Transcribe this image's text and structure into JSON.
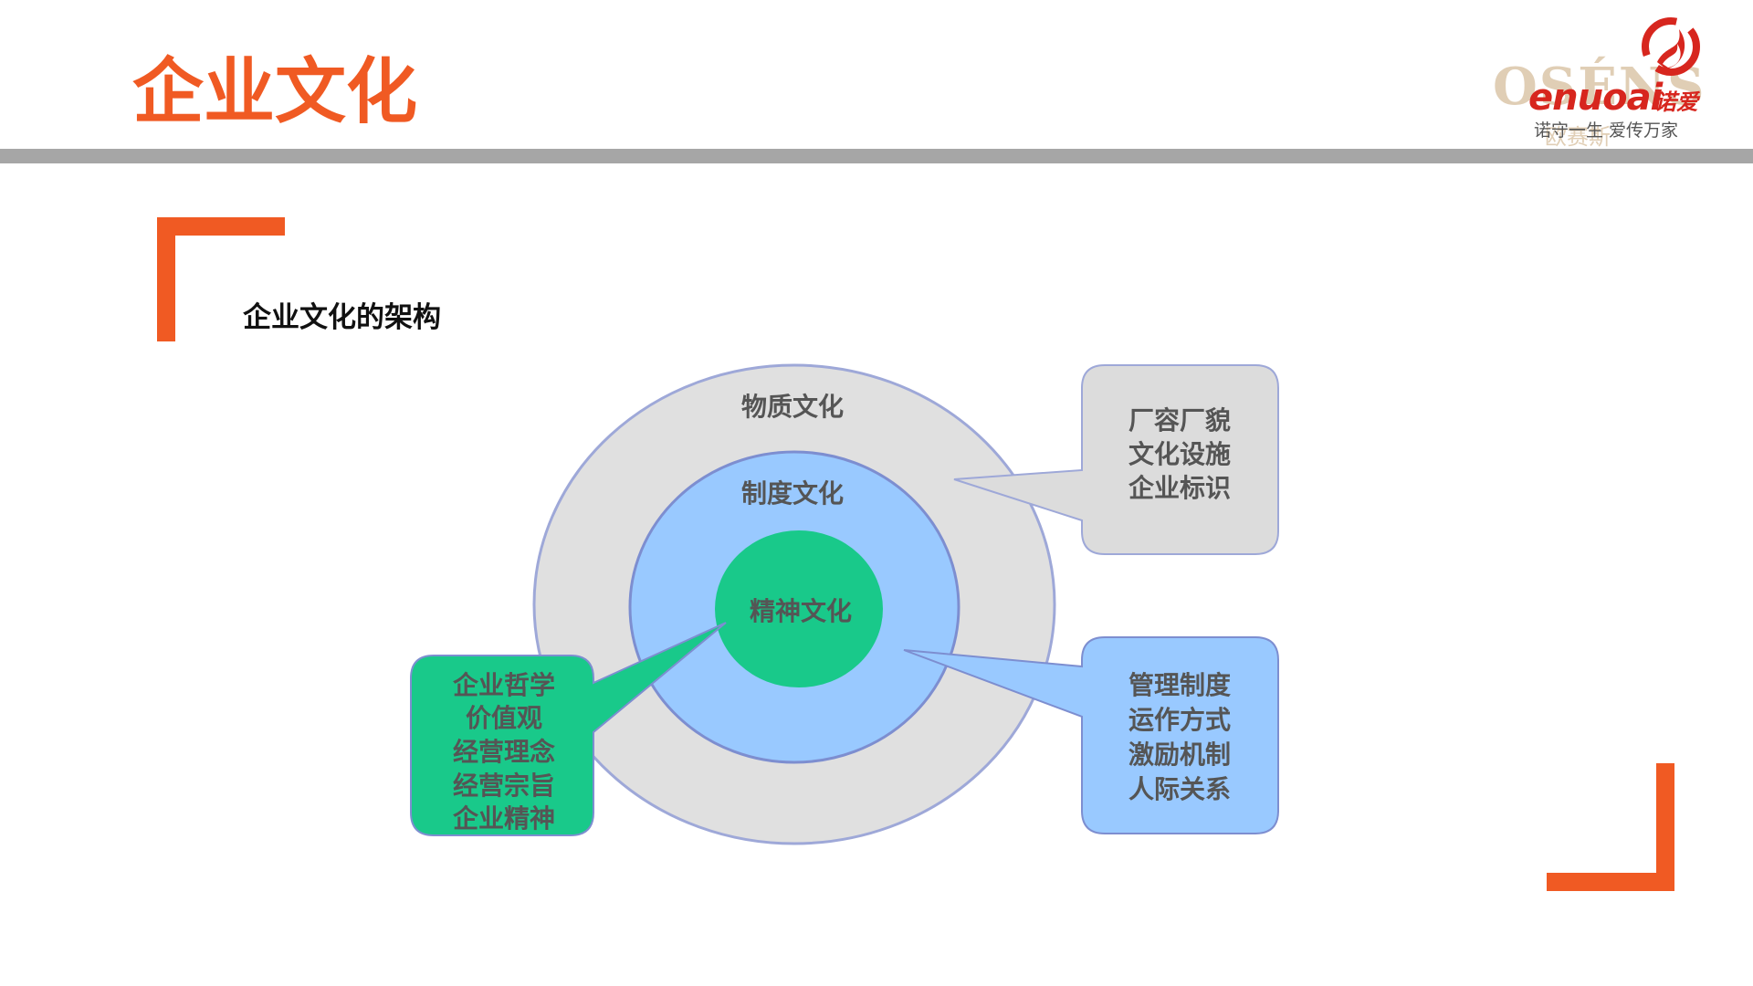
{
  "header": {
    "title": "企业文化"
  },
  "logo": {
    "watermark": "OSÉNS",
    "watermark_cn": "欧赛斯",
    "brand": "enuoai",
    "brand_cn": "诺爱",
    "slogan": "诺守一生   爱传万家"
  },
  "section": {
    "subtitle": "企业文化的架构"
  },
  "diagram": {
    "outer_ring": {
      "label": "物质文化"
    },
    "middle_ring": {
      "label": "制度文化"
    },
    "core": {
      "label": "精神文化"
    },
    "callouts": [
      {
        "id": "material",
        "lines": [
          "厂容厂貌",
          "文化设施",
          "企业标识"
        ]
      },
      {
        "id": "institution",
        "lines": [
          "管理制度",
          "运作方式",
          "激励机制",
          "人际关系"
        ]
      },
      {
        "id": "spirit",
        "lines": [
          "企业哲学",
          "价值观",
          "经营理念",
          "经营宗旨",
          "企业精神"
        ]
      }
    ]
  },
  "colors": {
    "accent_orange": "#f05a23",
    "divider_gray": "#a6a6a6",
    "outer_fill": "#e0e0e0",
    "outer_stroke": "#9ea8d8",
    "middle_fill": "#99c9ff",
    "middle_stroke": "#7d8ed0",
    "core_fill": "#19c98a",
    "callout_gray": "#dcdcdc",
    "callout_blue": "#99c9ff",
    "callout_green": "#19c98a",
    "text_gray": "#555555",
    "logo_red": "#d7261e",
    "logo_gold": "#c8a77a"
  }
}
